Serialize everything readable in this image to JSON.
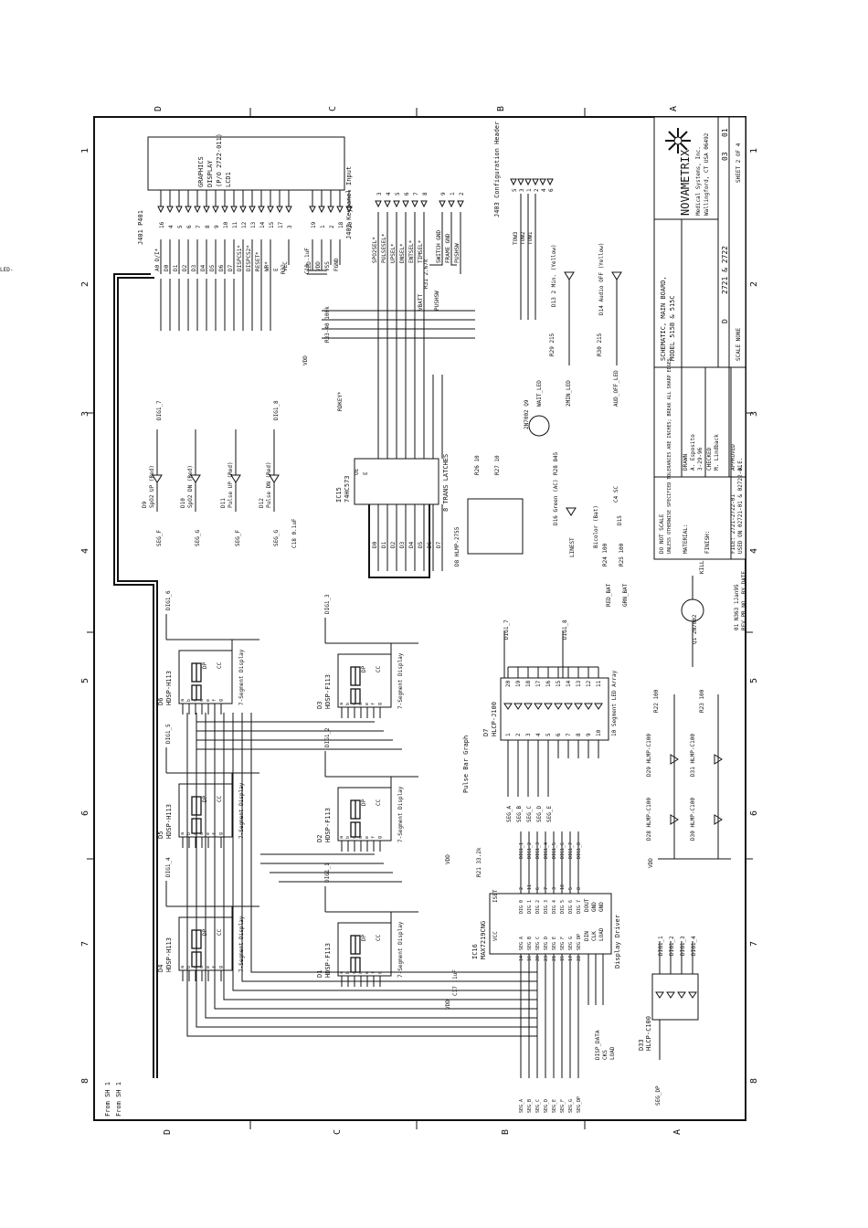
{
  "zones": {
    "letters": [
      "D",
      "C",
      "B",
      "A"
    ],
    "numbers": [
      "1",
      "2",
      "3",
      "4",
      "5",
      "6",
      "7",
      "8"
    ]
  },
  "lcd": {
    "ref": "LCD1",
    "line1": "GRAPHICS",
    "line2": "DISPLAY",
    "line3": "(P/O 2722-011)"
  },
  "j401": {
    "label": "J401 P401",
    "pins": [
      "16",
      "4",
      "5",
      "6",
      "7",
      "8",
      "9",
      "10",
      "11",
      "12",
      "13",
      "14",
      "15",
      "17",
      "3",
      "19",
      "1",
      "2",
      "18",
      "20"
    ],
    "sigs": [
      "A0 D/I*",
      "D0",
      "D1",
      "D2",
      "D3",
      "D4",
      "D5",
      "D6",
      "D7",
      "DISPCS1*",
      "DISPCS2*",
      "RESET*",
      "WR*",
      "E",
      "VLC",
      "LED",
      "VDD",
      "VSS",
      "FGND",
      "LED-"
    ]
  },
  "j402": {
    "label": "J402 Keypanel Input",
    "pins": [
      "3",
      "4",
      "5",
      "6",
      "7",
      "8",
      "9",
      "1",
      "2"
    ],
    "sigs": [
      "SPO2SEL*",
      "PULSESEL*",
      "UPSEL*",
      "DNSEL*",
      "ENTSEL*",
      "TIMSEL*",
      "SWITCH GND",
      "FRAME GND",
      "PUSHSW"
    ]
  },
  "j403": {
    "label": "J403 Configuration Header",
    "pins": [
      "5",
      "3",
      "1",
      "2",
      "4",
      "6"
    ],
    "sigs": [
      "TOW3",
      "TOW2",
      "TOW1"
    ]
  },
  "misc": {
    "r32": "R32",
    "c19": "C19 .1uF",
    "r31": "R31 2.67k",
    "r33": "R33-40 100k",
    "vdd": "VDD",
    "vbatt": "VBATT",
    "rdkey": "RDKEY*",
    "pushsw": "PUSHSW"
  },
  "ic15": {
    "ref": "IC15",
    "part": "74HC573",
    "desc": "8 TRANS LATCHES",
    "oe": "OE",
    "le": "E",
    "cap": "C18 0.1uF",
    "bus": [
      "D0",
      "D1",
      "D2",
      "D3",
      "D4",
      "D5",
      "D6",
      "D7"
    ]
  },
  "leds_top": [
    {
      "ref": "D9",
      "desc": "SpO2 UP (Red)",
      "seg": "SEG_F",
      "dig": "DIG1_7"
    },
    {
      "ref": "D10",
      "desc": "SpO2 DN (Red)",
      "seg": "SEG_G",
      "dig": "DIG1_7"
    },
    {
      "ref": "D11",
      "desc": "Pulse UP (Red)",
      "seg": "SEG_F",
      "dig": "DIG1_8"
    },
    {
      "ref": "D12",
      "desc": "Pulse DN (Red)",
      "seg": "SEG_G",
      "dig": "DIG1_8"
    }
  ],
  "status_leds": {
    "d13": "D13 2 Min. (Yellow)",
    "d14": "D14 Audio OFF (Yellow)",
    "d16": "D16 Green (AC)",
    "wait": "WAIT_LED",
    "min2": "2MIN_LED",
    "audoff": "AUD_OFF_LED",
    "r29": "R29 215",
    "r30": "R30 215",
    "q": "2N7002 Q9",
    "r26": "R26 10",
    "r27": "R27 10",
    "r28": "R28 845",
    "bicolor": "Bicolor (Bat)",
    "d15": "D15",
    "c4": "C4 SC",
    "r24": "R24 100",
    "r25": "R25 100",
    "redbat": "RED_BAT",
    "grnbat": "GRN_BAT",
    "linest": "LINEST",
    "d8": "D8 HLMP-2755",
    "q1": "Q1 2N7002",
    "kill": "KILL"
  },
  "displays": [
    {
      "ref": "D6",
      "part": "HDSP-H113",
      "dig": "DIG1_6"
    },
    {
      "ref": "D3",
      "part": "HDSP-F113",
      "dig": "DIG1_3"
    },
    {
      "ref": "D5",
      "part": "HDSP-H113",
      "dig": "DIG1_5"
    },
    {
      "ref": "D2",
      "part": "HDSP-F113",
      "dig": "DIG1_2"
    },
    {
      "ref": "D4",
      "part": "HDSP-H113",
      "dig": "DIG1_4"
    },
    {
      "ref": "D1",
      "part": "HDSP-F113",
      "dig": "DIG1_1"
    }
  ],
  "seven_seg": "7-Segment Display",
  "bargraph": {
    "ref": "D7",
    "part": "HLCP-J100",
    "title": "Pulse Bar Graph",
    "desc": "10 Segment LED Array",
    "top_pins": [
      "20",
      "19",
      "18",
      "17",
      "16",
      "15",
      "14",
      "13",
      "12",
      "11"
    ],
    "bot_pins": [
      "1",
      "2",
      "3",
      "4",
      "5",
      "6",
      "7",
      "8",
      "9",
      "10"
    ],
    "dig7": "DIG1_7",
    "dig8": "DIG1_8",
    "segs": [
      "SEG_A",
      "SEG_B",
      "SEG_C",
      "SEG_D",
      "SEG_E"
    ]
  },
  "bar_leds": {
    "d28": "D28 HLMP-C100",
    "d29": "D29 HLMP-C100",
    "d30": "D30 HLMP-C100",
    "d31": "D31 HLMP-C100",
    "r22": "R22 100",
    "r23": "R23 100"
  },
  "ic16": {
    "ref": "IC16",
    "part": "MAX7219CNG",
    "desc": "Display Driver",
    "vcc": "VCC",
    "iset": "ISET",
    "r21": "R21 33.2k",
    "c17": "C17 .1uF",
    "segs": [
      "SEG A",
      "SEG B",
      "SEG C",
      "SEG D",
      "SEG E",
      "SEG F",
      "SEG G",
      "SEG DP"
    ],
    "seg_pins": [
      "14",
      "16",
      "20",
      "23",
      "21",
      "15",
      "17",
      "22"
    ],
    "digs": [
      "DIG 0",
      "DIG 1",
      "DIG 2",
      "DIG 3",
      "DIG 4",
      "DIG 5",
      "DIG 6",
      "DIG 7"
    ],
    "dig_pins": [
      "2",
      "11",
      "6",
      "7",
      "3",
      "10",
      "5",
      "8"
    ],
    "din": "DIN",
    "clk": "CLK",
    "load": "LOAD",
    "dout": "DOUT",
    "gnd": "GND",
    "pin13": "13",
    "pin12": "12",
    "pin1": "1",
    "pin24": "24",
    "pin4": "4",
    "pin9": "9",
    "pin19": "19",
    "pin18": "18",
    "disp_data": "DISP_DATA",
    "cks": "CKS",
    "load_net": "LOAD"
  },
  "dig_nets": [
    "DIG1_1",
    "DIG1_2",
    "DIG1_3",
    "DIG1_4",
    "DIG1_5",
    "DIG1_6",
    "DIG1_7",
    "DIG1_8"
  ],
  "seg_nets": [
    "SEG_A",
    "SEG_B",
    "SEG_C",
    "SEG_D",
    "SEG_E",
    "SEG_F",
    "SEG_G",
    "SEG_DP"
  ],
  "d33": {
    "ref": "D33",
    "part": "HLCP-C100",
    "nets": [
      "DIG1_1",
      "DIG1_2",
      "DIG1_3",
      "DIG1_4"
    ],
    "segdp": "SEG_DP"
  },
  "from": [
    "From SH 1",
    "From SH 1"
  ],
  "title_block": {
    "company": "NOVAMETRIX",
    "addr1": "Medical Systems, Inc.",
    "addr2": "Wallingford, CT USA 06492",
    "title1": "SCHEMATIC, MAIN BOARD,",
    "title2": "MODEL 515B & 515C",
    "drawn": "DRAWN",
    "drawn_by": "A. Esposito",
    "drawn_date": "3-29-96",
    "checked": "CHECKED",
    "checked_by": "M. Lindback",
    "approved": "APPROVED",
    "approved_by": "A.E.",
    "size": "D",
    "dwg_no": "2721 & 2722",
    "code": "03",
    "rev": "01",
    "scale": "SCALE NONE",
    "sheet": "SHEET 2 OF 4",
    "noscale": "DO NOT SCALE",
    "noscale2": "UNLESS OTHERWISE SPECIFIED TOLERANCES ARE INCHES; BREAK ALL SHARP EDGES",
    "material": "MATERIAL:",
    "finish": "FINISH:",
    "file": "FILE: 2721-2722-01",
    "rev_row": "01 N363 1Jan95",
    "rev_hdr": "REV PR NO. BY DATE",
    "used_on": "USED ON 02721-01 & 02722-01"
  }
}
